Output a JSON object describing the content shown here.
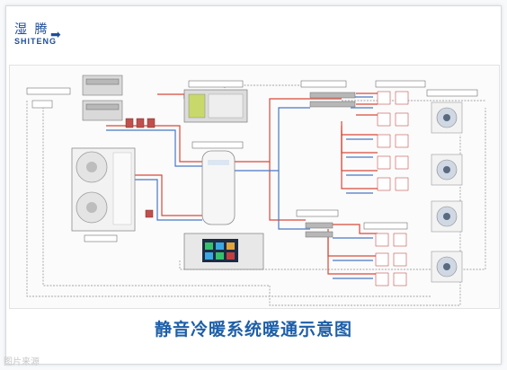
{
  "brand": {
    "name_cn": "湿 腾",
    "name_en": "SHITENG",
    "arrow_icon": "arrow-right-icon",
    "color": "#1f4e99"
  },
  "diagram": {
    "title": "静音冷暖系统暖通示意图",
    "pipe_colors": {
      "supply": "#d84a3a",
      "return": "#4a78c2",
      "control": "#8a8a8a"
    }
  },
  "watermark": "图片来源"
}
